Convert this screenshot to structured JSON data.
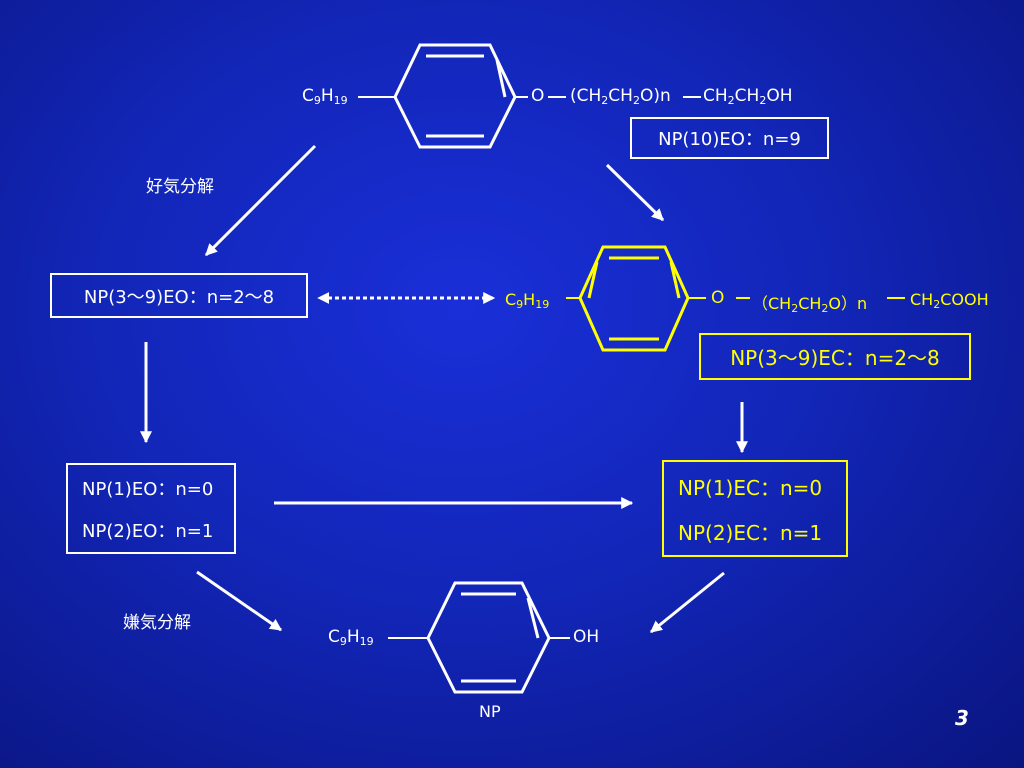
{
  "np10eo_formula": {
    "left": "C",
    "left_sub1": "9",
    "left_mid": "H",
    "left_sub2": "19",
    "right_o": "O",
    "right_a": "(CH",
    "right_sub_a": "2",
    "right_b": "CH",
    "right_sub_b": "2",
    "right_c": "O)n",
    "right_d": "CH",
    "right_sub_d": "2",
    "right_e": "CH",
    "right_sub_e": "2",
    "right_f": "OH"
  },
  "np10eo_box": "NP(10)EO：n=9",
  "aerobic_label": "好気分解",
  "np3_9eo_box": "NP(3～9)EO：n=2～8",
  "np1eo": "NP(1)EO：n=0",
  "np2eo": "NP(2)EO：n=1",
  "npec_formula": {
    "left": "C",
    "left_sub1": "9",
    "left_mid": "H",
    "left_sub2": "19",
    "right_o": "O",
    "right_a": "（CH",
    "right_sub_a": "2",
    "right_b": "CH",
    "right_sub_b": "2",
    "right_c": "O）n",
    "right_d": "CH",
    "right_sub_d": "2",
    "right_e": "COOH"
  },
  "np3_9ec_box": "NP(3～9)EC：n=2～8",
  "np1ec": "NP(1)EC：n=0",
  "np2ec": "NP(2)EC：n=1",
  "anaerobic_label": "嫌気分解",
  "np_formula": {
    "left": "C",
    "left_sub1": "9",
    "left_mid": "H",
    "left_sub2": "19",
    "right": "OH"
  },
  "np_label": "NP",
  "page_number": "3",
  "colors": {
    "white": "#ffffff",
    "yellow": "#ffff00",
    "background": "#1226b8"
  }
}
